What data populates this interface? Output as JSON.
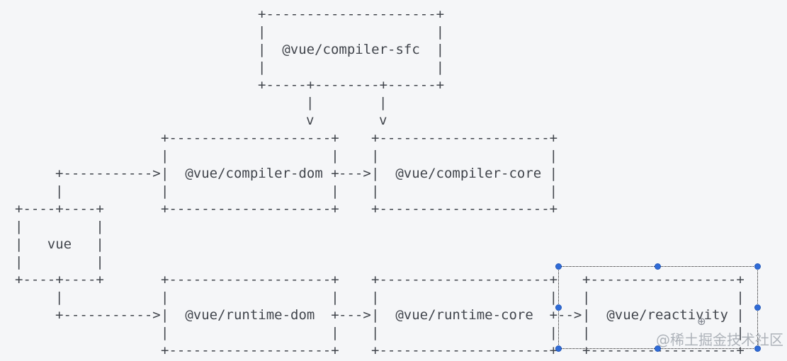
{
  "page": {
    "background_color": "#f5f6f8",
    "ink_color": "#41454c"
  },
  "diagram": {
    "title": "Vue 3 package dependency diagram (ASCII art)",
    "boxes": {
      "compiler_sfc": {
        "label": "@vue/compiler-sfc",
        "ascii": "+---------------------+\n|                     |\n|  @vue/compiler-sfc  |\n|                     |\n+-----+--------+------+"
      },
      "compiler_dom": {
        "label": "@vue/compiler-dom",
        "ascii": "+--------------------+\n|                    |\n|  @vue/compiler-dom +\n|                    |\n+--------------------+"
      },
      "compiler_core": {
        "label": "@vue/compiler-core",
        "ascii": "+---------------------+\n|                     |\n|  @vue/compiler-core |\n|                     |\n+---------------------+"
      },
      "vue": {
        "label": "vue",
        "ascii": "+----+----+\n|         |\n|   vue   |\n|         |\n+----+----+"
      },
      "runtime_dom": {
        "label": "@vue/runtime-dom",
        "ascii": "+--------------------+\n|                    |\n|  @vue/runtime-dom  +\n|                    |\n+--------------------+"
      },
      "runtime_core": {
        "label": "@vue/runtime-core",
        "ascii": "+---------------------+\n|                     |\n|  @vue/runtime-core  +\n|                     |\n+---------------------+"
      },
      "reactivity": {
        "label": "@vue/reactivity",
        "ascii": "+------------------+\n|                  |\n|  @vue/reactivity |\n|                  |\n+------------------+"
      }
    },
    "connectors": {
      "sfc_down_arrows": "|        |\nv        v",
      "vue_to_compiler_dom": "+----------->",
      "vue_top_link": "|",
      "vue_bottom_link": "|",
      "vue_to_runtime_dom": "+----------->",
      "compiler_dom_to_core": "--->",
      "runtime_dom_to_core": "--->",
      "runtime_core_to_reactivity": "-->"
    }
  },
  "selection": {
    "target": "@vue/reactivity box",
    "border_color": "#1f1f1f",
    "handle_color": "#2f6bd7",
    "handle_count": 8
  },
  "cursor_icon": {
    "glyph": "⊕"
  },
  "watermark": {
    "text": "@稀土掘金技术社区",
    "color": "#9aa0a8"
  }
}
